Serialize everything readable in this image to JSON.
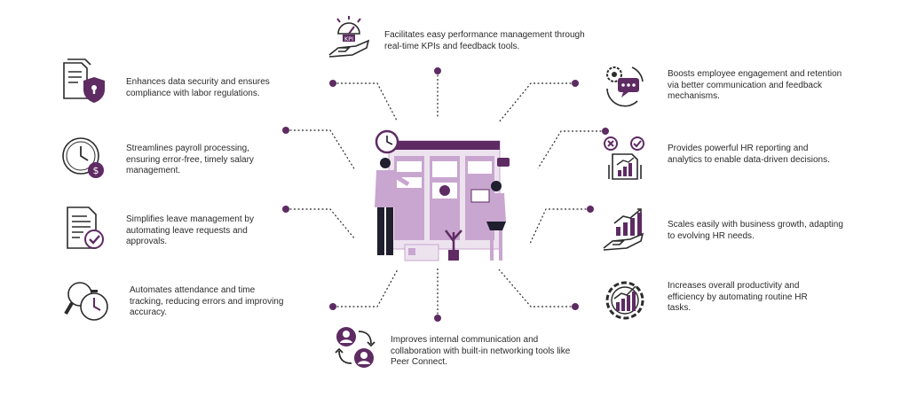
{
  "colors": {
    "accent": "#5e2b63",
    "light": "#c9a6cf",
    "dark": "#1f1f2e"
  },
  "features": [
    {
      "id": "kpi",
      "text": "Facilitates easy performance management through real-time KPIs and feedback tools.",
      "icon": "kpi-hand-icon",
      "icon_label": "KPI"
    },
    {
      "id": "security",
      "text": "Enhances data security and ensures compliance with labor regulations.",
      "icon": "document-shield-lock-icon"
    },
    {
      "id": "payroll",
      "text": "Streamlines payroll processing, ensuring error-free, timely salary management.",
      "icon": "clock-dollar-icon"
    },
    {
      "id": "leave",
      "text": "Simplifies leave management by automating leave requests and approvals.",
      "icon": "document-checkmark-icon"
    },
    {
      "id": "attendance",
      "text": "Automates attendance and time tracking, reducing errors and improving accuracy.",
      "icon": "magnifier-clock-icon"
    },
    {
      "id": "communication",
      "text": "Improves internal communication and collaboration with built-in networking tools like Peer Connect.",
      "icon": "people-exchange-icon"
    },
    {
      "id": "engagement",
      "text": "Boosts employee engagement and retention via better communication and feedback mechanisms.",
      "icon": "gear-chat-icon"
    },
    {
      "id": "reporting",
      "text": "Provides powerful HR reporting and analytics to enable data-driven decisions.",
      "icon": "analytics-report-icon"
    },
    {
      "id": "scaling",
      "text": "Scales easily with business growth, adapting to evolving HR needs.",
      "icon": "hand-growth-chart-icon"
    },
    {
      "id": "productivity",
      "text": "Increases overall productivity and efficiency by automating routine HR tasks.",
      "icon": "gear-bar-chart-icon"
    }
  ]
}
